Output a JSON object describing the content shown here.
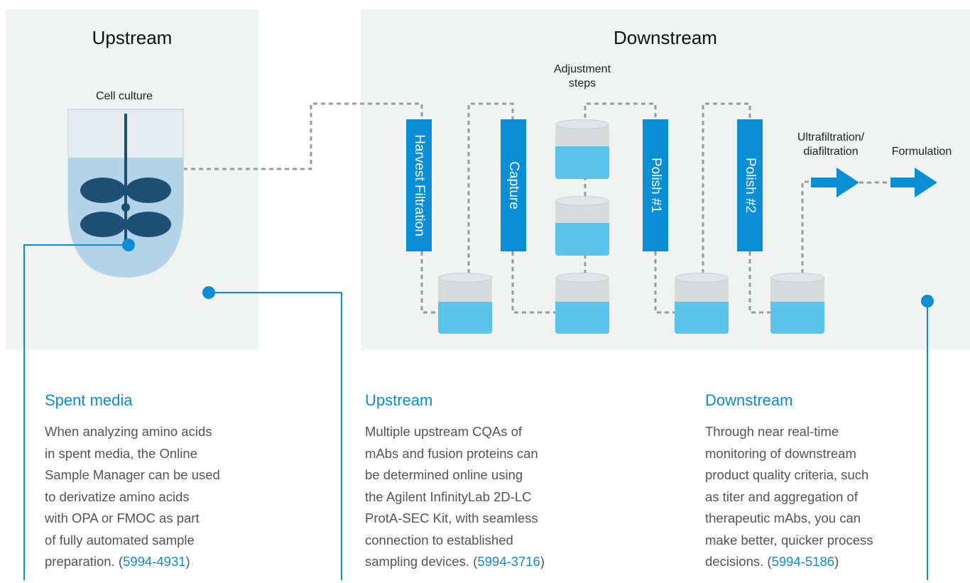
{
  "upstream_panel": {
    "title": "Upstream",
    "cell_culture_label": "Cell culture"
  },
  "downstream_panel": {
    "title": "Downstream",
    "adjustment_label_line1": "Adjustment",
    "adjustment_label_line2": "steps",
    "bars": [
      "Harvest Filtration",
      "Capture",
      "Polish #1",
      "Polish #2"
    ],
    "uf_label_line1": "Ultrafiltration/",
    "uf_label_line2": "diafiltration",
    "formulation_label": "Formulation"
  },
  "colors": {
    "accent": "#0a8fd6",
    "liquid": "#5bc4ec",
    "panel_bg": "#f1f2f2",
    "impeller": "#1d4f73"
  },
  "sections": [
    {
      "heading": "Spent media",
      "lines": [
        "When analyzing amino acids",
        "in spent media, the Online",
        "Sample Manager can be used",
        "to derivatize amino acids",
        "with OPA or FMOC as part",
        "of fully automated sample"
      ],
      "last_prefix": "preparation. (",
      "link": "5994-4931",
      "last_suffix": ")"
    },
    {
      "heading": "Upstream",
      "lines": [
        "Multiple upstream CQAs of",
        "mAbs and fusion proteins can",
        "be determined online using",
        "the Agilent InfinityLab 2D-LC",
        "ProtA-SEC Kit, with seamless",
        "connection to established"
      ],
      "last_prefix": "sampling devices. (",
      "link": "5994-3716",
      "last_suffix": ")"
    },
    {
      "heading": "Downstream",
      "lines": [
        "Through near real-time",
        "monitoring of downstream",
        "product quality criteria, such",
        "as titer and aggregation of",
        "therapeutic mAbs, you can",
        "make better, quicker process"
      ],
      "last_prefix": "decisions. (",
      "link": "5994-5186",
      "last_suffix": ")"
    }
  ]
}
